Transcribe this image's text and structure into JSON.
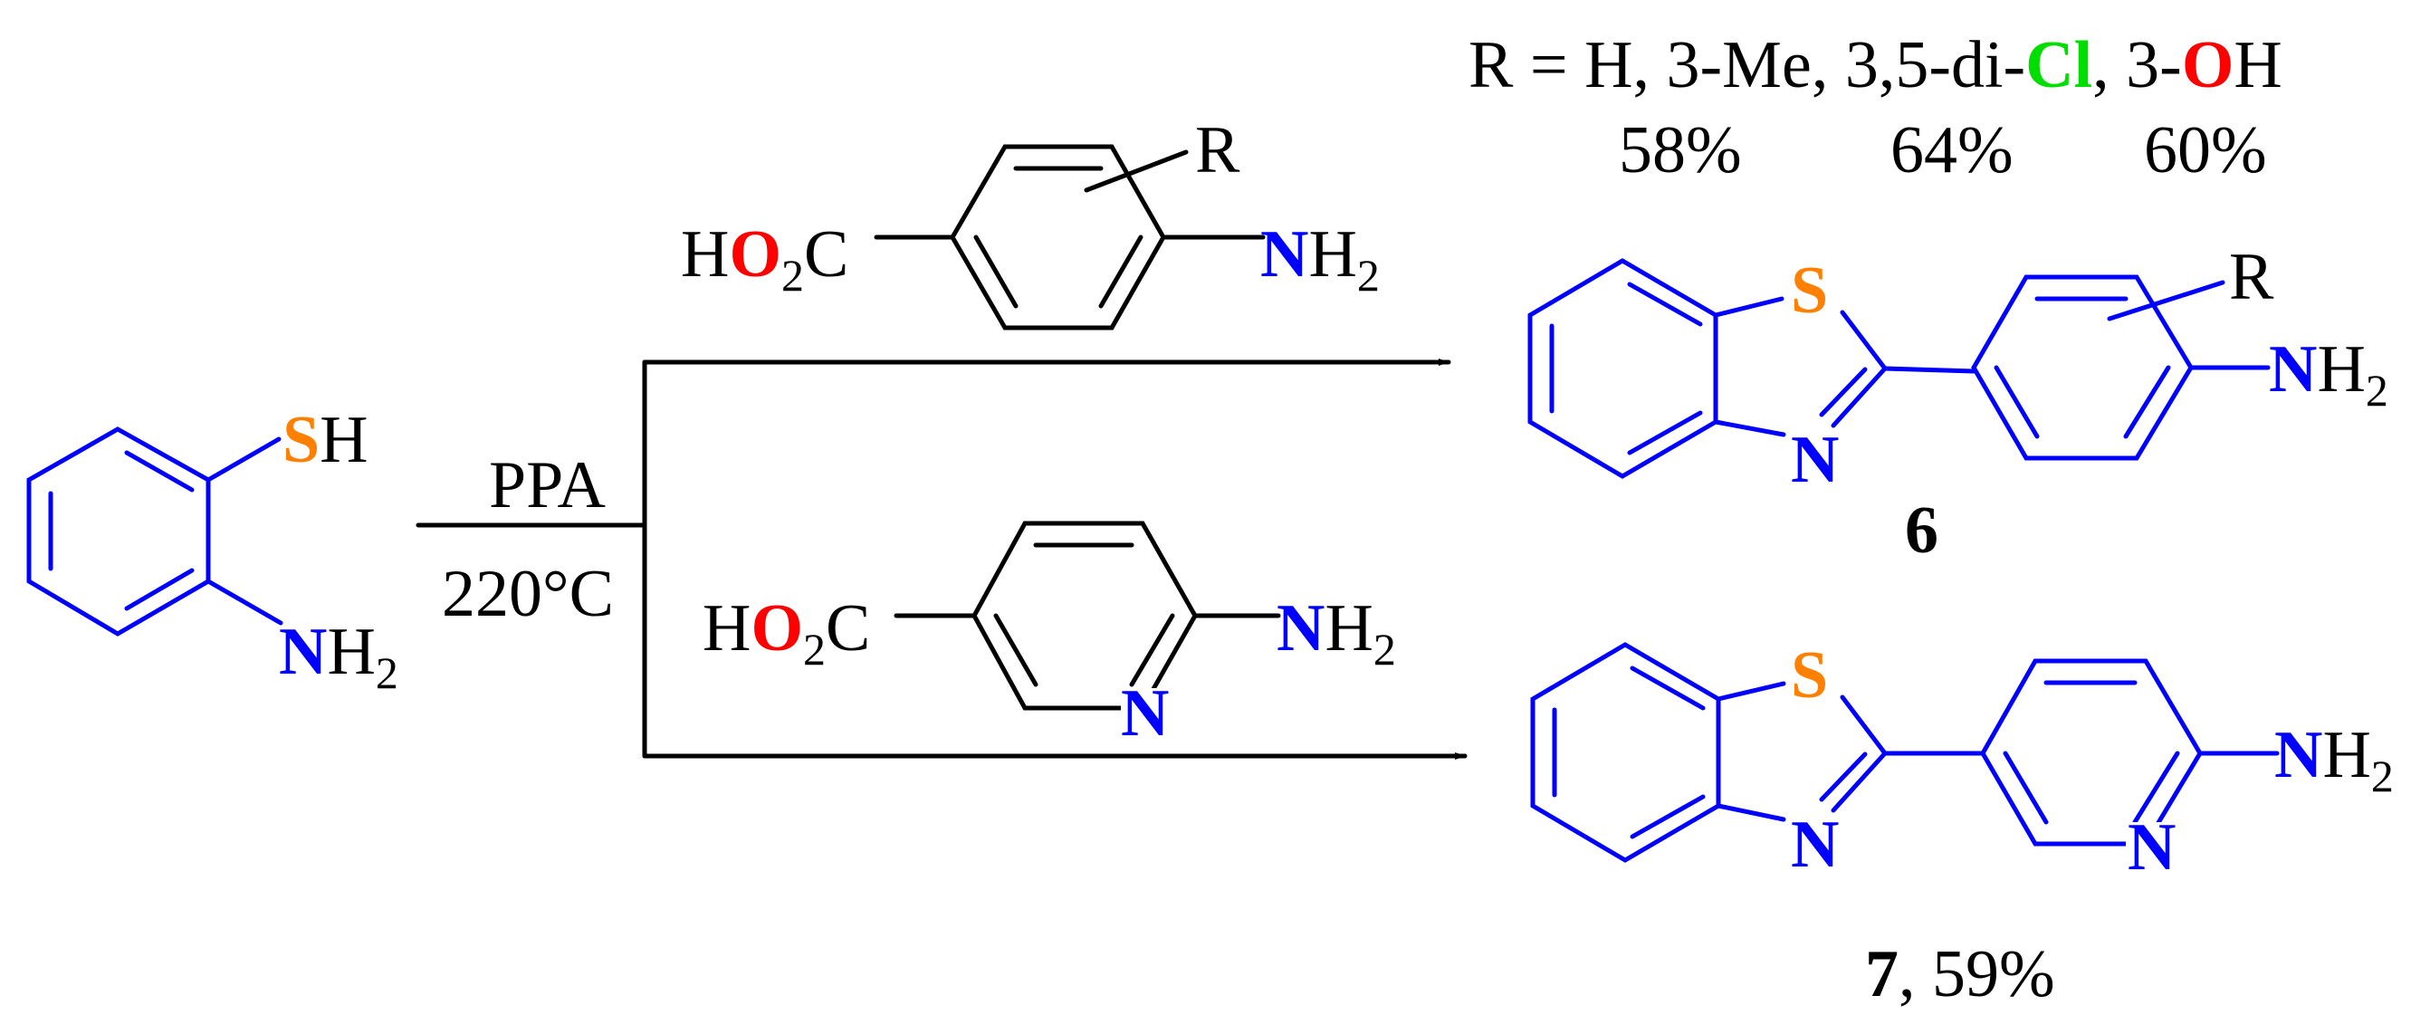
{
  "conditions": {
    "reagent": "PPA",
    "temperature": "220°C"
  },
  "substituent_line": {
    "prefix": "R = H, 3-Me, 3,5-di-",
    "cl": "Cl",
    "mid": ", 3-",
    "o": "O",
    "end": "H"
  },
  "yields_row": [
    "58%",
    "64%",
    "60%"
  ],
  "start": {
    "s": "S",
    "h": "H",
    "n": "N",
    "h2": "H",
    "two": "2"
  },
  "acid1": {
    "h": "H",
    "o": "O",
    "sub": "2",
    "c": "C",
    "r": "R",
    "n": "N",
    "h2": "H",
    "two": "2"
  },
  "acid2": {
    "h": "H",
    "o": "O",
    "sub": "2",
    "c": "C",
    "n_ring": "N",
    "n": "N",
    "h2": "H",
    "two": "2"
  },
  "product6": {
    "s": "S",
    "n_ring": "N",
    "r": "R",
    "n": "N",
    "h2": "H",
    "two": "2",
    "label": "6"
  },
  "product7": {
    "s": "S",
    "n_ring": "N",
    "n_py": "N",
    "n": "N",
    "h2": "H",
    "two": "2",
    "label": "7",
    "yield": ", 59%"
  },
  "colors": {
    "nitrogen": "#0000ff",
    "sulfur": "#ff8000",
    "oxygen": "#ff0000",
    "chlorine": "#00dd00",
    "bond_product": "#0000ff",
    "bond_reagent": "#000000"
  }
}
